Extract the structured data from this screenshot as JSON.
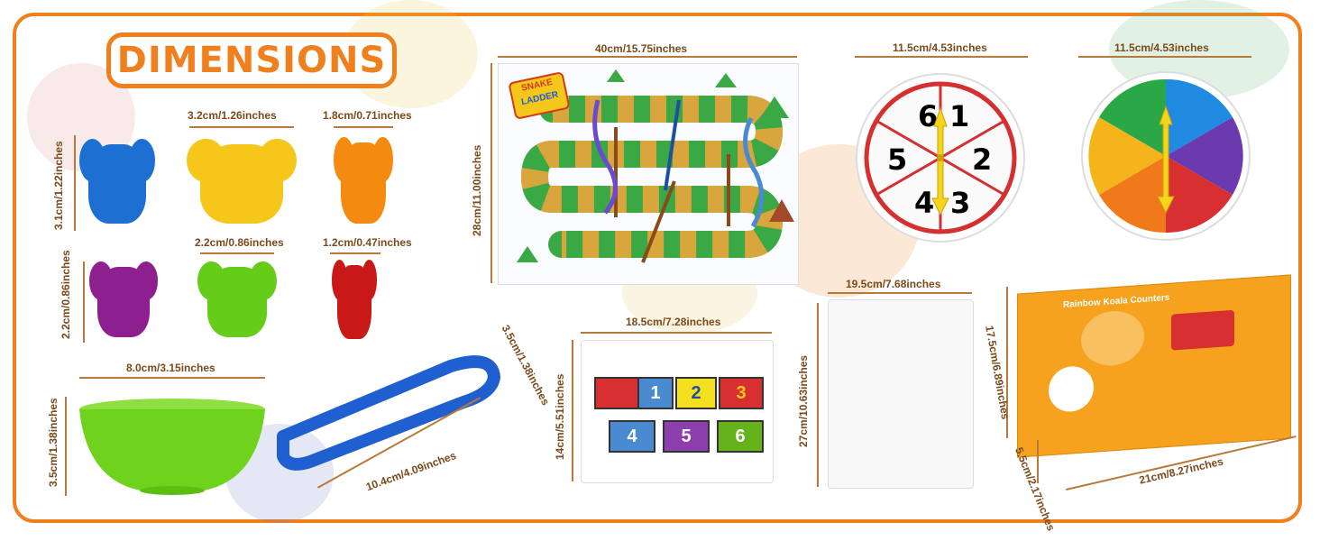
{
  "title": "DIMENSIONS",
  "colors": {
    "frame": "#f07f1e",
    "dim_text": "#7a4a1a",
    "dim_line": "#b87a3a"
  },
  "counters": {
    "large_width": "3.2cm/1.26inches",
    "large_height": "3.1cm/1.22inches",
    "large_side": "1.8cm/0.71inches",
    "small_width": "2.2cm/0.86inches",
    "small_height": "2.2cm/0.86inches",
    "small_side": "1.2cm/0.47inches"
  },
  "bowl": {
    "width": "8.0cm/3.15inches",
    "height": "3.5cm/1.38inches"
  },
  "tweezers": {
    "length": "10.4cm/4.09inches",
    "width": "3.5cm/1.38inches"
  },
  "board": {
    "width": "40cm/15.75inches",
    "height": "28cm/11.00inches",
    "logo_top": "SNAKE",
    "logo_bottom": "LADDER"
  },
  "card": {
    "width": "18.5cm/7.28inches",
    "height": "14cm/5.51inches",
    "numbers": [
      "1",
      "2",
      "3",
      "4",
      "5",
      "6"
    ]
  },
  "spinner_numbers": {
    "width": "11.5cm/4.53inches",
    "numbers": [
      "6",
      "1",
      "2",
      "3",
      "4",
      "5"
    ]
  },
  "spinner_colors": {
    "width": "11.5cm/4.53inches"
  },
  "bag": {
    "width": "19.5cm/7.68inches",
    "height": "27cm/10.63inches"
  },
  "box": {
    "width": "21cm/8.27inches",
    "depth": "17.5cm/6.89inches",
    "height": "5.5cm/2.17inches",
    "label": "Rainbow Koala Counters"
  }
}
